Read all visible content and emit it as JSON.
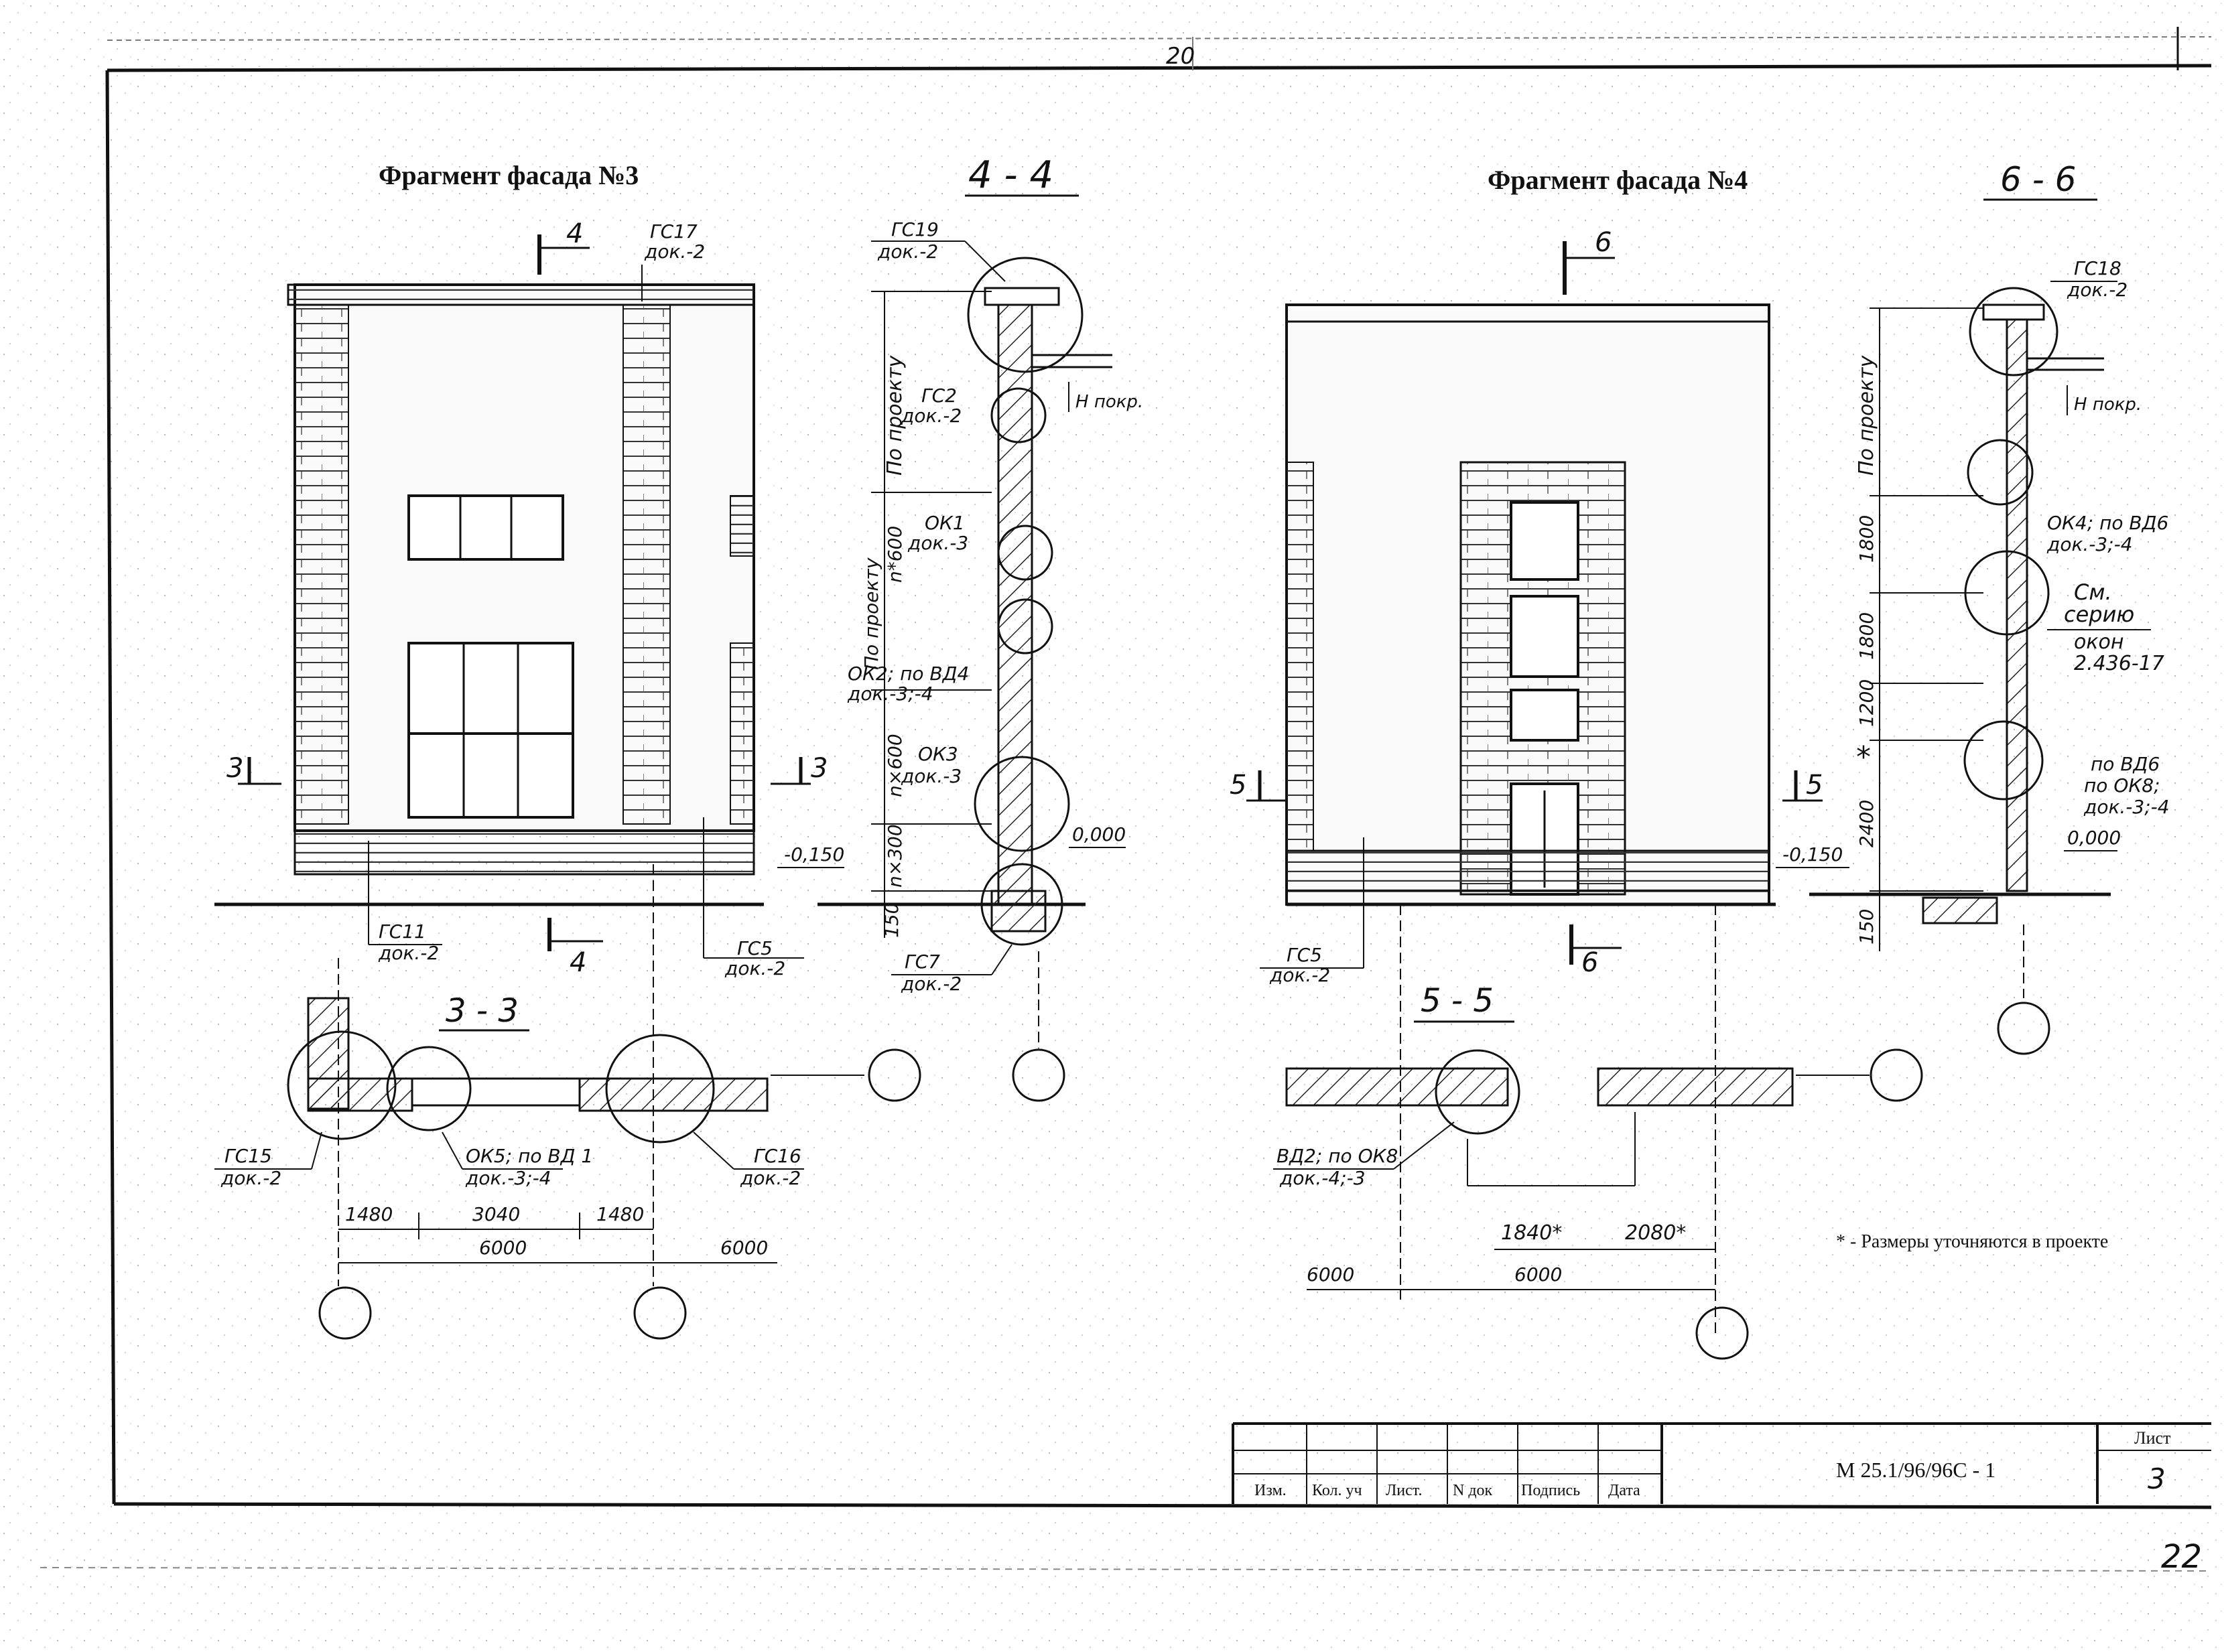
{
  "sheet": {
    "top_number": "20",
    "footnote": "* - Размеры уточняются в проекте",
    "page_number": "22"
  },
  "left": {
    "fragment_title": "Фрагмент фасада №3",
    "section_title": "4 - 4",
    "plan_title": "3 - 3",
    "cut_4": "4",
    "cut_3": "3",
    "labels": {
      "gc17": "ГС17",
      "gc17_doc": "док.-2",
      "gc19": "ГС19",
      "gc19_doc": "док.-2",
      "gc2": "ГС2",
      "gc2_doc": "док.-2",
      "ok1": "ОК1",
      "ok1_doc": "док.-3",
      "ok2": "ОК2; по ВД4",
      "ok2_doc": "док.-3;-4",
      "ok3": "ОК3",
      "ok3_doc": "док.-3",
      "gc7": "ГС7",
      "gc7_doc": "док.-2",
      "gc11": "ГС11",
      "gc11_doc": "док.-2",
      "gc5": "ГС5",
      "gc5_doc": "док.-2",
      "gc15": "ГС15",
      "gc15_doc": "док.-2",
      "ok5": "ОК5; по ВД 1",
      "ok5_doc": "док.-3;-4",
      "gc16": "ГС16",
      "gc16_doc": "док.-2",
      "h_pokr": "Н покр.",
      "lvl_neg": "-0,150",
      "lvl_zero": "0,000"
    },
    "vdims": {
      "po_proektu": "По проекту",
      "n600": "n*600",
      "po_proektu2": "По проекту",
      "nx600": "n×600",
      "nx300": "n×300",
      "d150": "150"
    },
    "dims": {
      "d1480a": "1480",
      "d3040": "3040",
      "d1480b": "1480",
      "d6000a": "6000",
      "d6000b": "6000"
    }
  },
  "right": {
    "fragment_title": "Фрагмент фасада №4",
    "section_title": "6 - 6",
    "plan_title": "5 - 5",
    "cut_6": "6",
    "cut_5": "5",
    "labels": {
      "gc18": "ГС18",
      "gc18_doc": "док.-2",
      "h_pokr": "Н покр.",
      "ok4": "ОК4; по ВД6",
      "ok4_doc": "док.-3;-4",
      "sm": "См.",
      "series": "серию",
      "okon": "окон",
      "okon_num": "2.436-17",
      "vd6": "по ВД6",
      "ok8": "по ОК8;",
      "ok8_doc": "док.-3;-4",
      "lvl_neg": "-0,150",
      "lvl_zero": "0,000",
      "gc5": "ГС5",
      "gc5_doc": "док.-2",
      "vd2": "ВД2; по ОК8",
      "vd2_doc": "док.-4;-3"
    },
    "vdims": {
      "po_proektu": "По проекту",
      "d1800a": "1800",
      "d1800b": "1800",
      "d1200": "1200",
      "d2400": "2400",
      "d150": "150",
      "star": "*"
    },
    "dims": {
      "d1840": "1840*",
      "d2080": "2080*",
      "d6000a": "6000",
      "d6000b": "6000"
    }
  },
  "title_block": {
    "col_izm": "Изм.",
    "col_kol": "Кол. уч",
    "col_list": "Лист.",
    "col_ndok": "N док",
    "col_podpis": "Подпись",
    "col_data": "Дата",
    "code": "М 25.1/96/96С - 1",
    "sheet_label": "Лист",
    "sheet_num": "3"
  }
}
